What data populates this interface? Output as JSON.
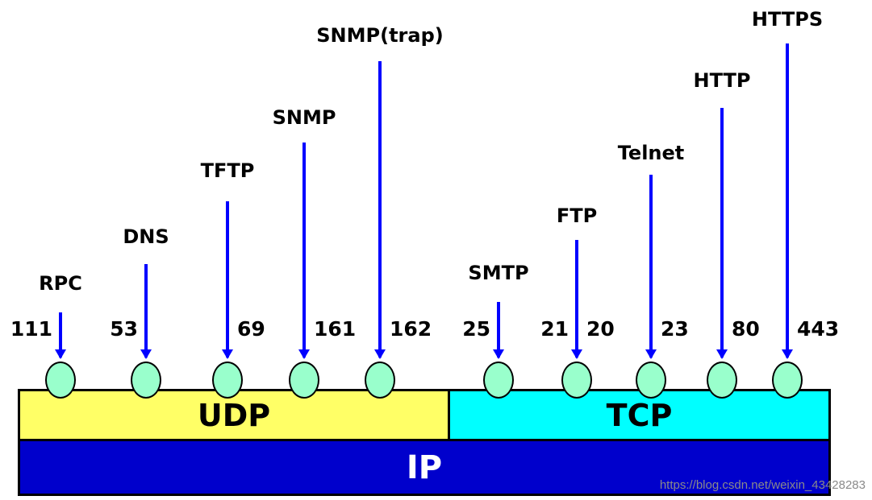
{
  "layers": {
    "udp": {
      "label": "UDP",
      "color": "#ffff66"
    },
    "tcp": {
      "label": "TCP",
      "color": "#00ffff"
    },
    "ip": {
      "label": "IP",
      "color": "#0000cc"
    }
  },
  "protocols": [
    {
      "name": "RPC",
      "port": "111",
      "layer": "UDP",
      "port_side": "left"
    },
    {
      "name": "DNS",
      "port": "53",
      "layer": "UDP",
      "port_side": "left"
    },
    {
      "name": "TFTP",
      "port": "69",
      "layer": "UDP",
      "port_side": "right"
    },
    {
      "name": "SNMP",
      "port": "161",
      "layer": "UDP",
      "port_side": "right"
    },
    {
      "name": "SNMP(trap)",
      "port": "162",
      "layer": "UDP",
      "port_side": "right"
    },
    {
      "name": "SMTP",
      "port": "25",
      "layer": "TCP",
      "port_side": "left"
    },
    {
      "name": "FTP",
      "port": "21",
      "port2": "20",
      "layer": "TCP",
      "port_side": "both"
    },
    {
      "name": "Telnet",
      "port": "23",
      "layer": "TCP",
      "port_side": "right"
    },
    {
      "name": "HTTP",
      "port": "80",
      "layer": "TCP",
      "port_side": "right"
    },
    {
      "name": "HTTPS",
      "port": "443",
      "layer": "TCP",
      "port_side": "right"
    }
  ],
  "colors": {
    "arrow": "#0000ff",
    "port_circle": "#99ffcc"
  },
  "watermark": "https://blog.csdn.net/weixin_43428283"
}
